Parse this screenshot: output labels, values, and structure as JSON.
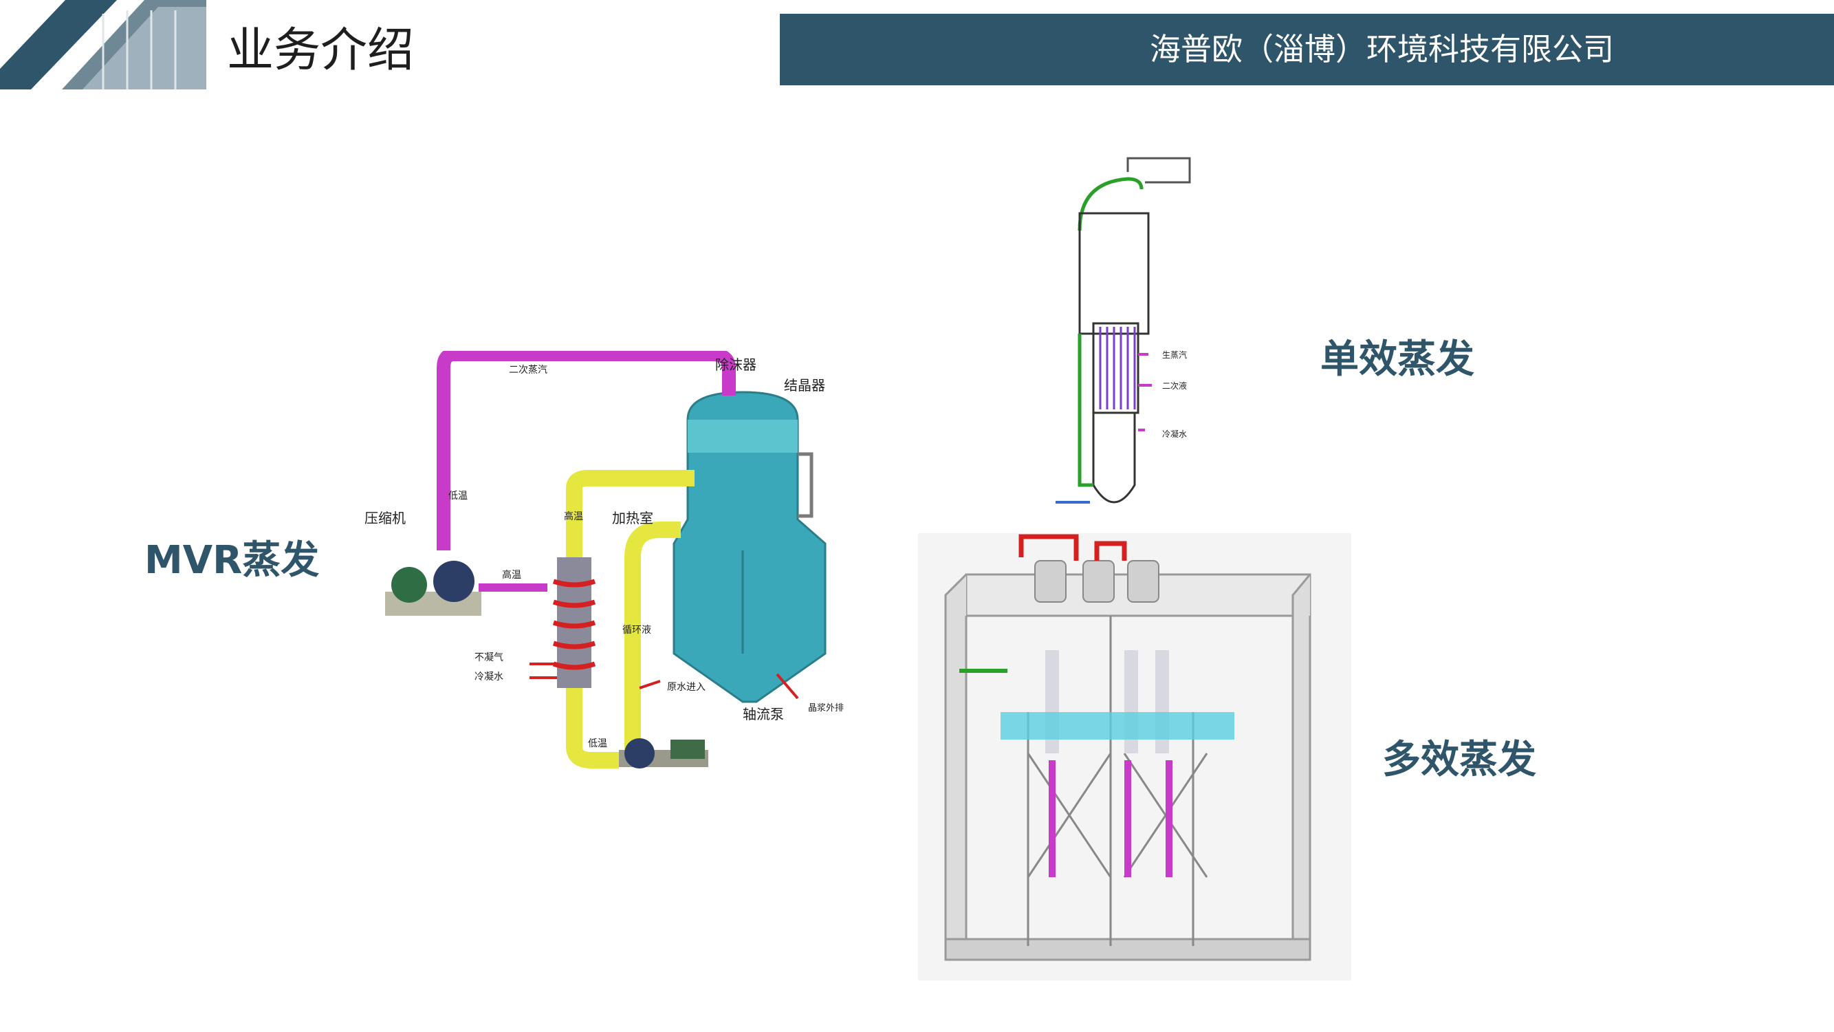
{
  "header": {
    "title": "业务介绍",
    "company": "海普欧（淄博）环境科技有限公司"
  },
  "colors": {
    "brand": "#2e5569",
    "pipe_magenta": "#c83bc8",
    "pipe_yellow": "#e6e640",
    "vessel_teal": "#3aa8b8",
    "coil_red": "#d42020"
  },
  "sections": {
    "mvr_label": "MVR蒸发",
    "single_label": "单效蒸发",
    "multi_label": "多效蒸发"
  },
  "mvr_diagram": {
    "demister": "除沫器",
    "crystallizer": "结晶器",
    "compressor": "压缩机",
    "heating_chamber": "加热室",
    "secondary_steam": "二次蒸汽",
    "low_temp_1": "低温",
    "high_temp_1": "高温",
    "high_temp_2": "高温",
    "circulating": "循环液",
    "non_condensable": "不凝气",
    "condensate": "冷凝水",
    "raw_water_in": "原水进入",
    "axial_pump": "轴流泵",
    "slurry_out": "晶浆外排",
    "low_temp_2": "低温"
  },
  "single_diagram": {
    "label_1": "生蒸汽",
    "label_2": "二次液",
    "label_3": "冷凝水"
  }
}
